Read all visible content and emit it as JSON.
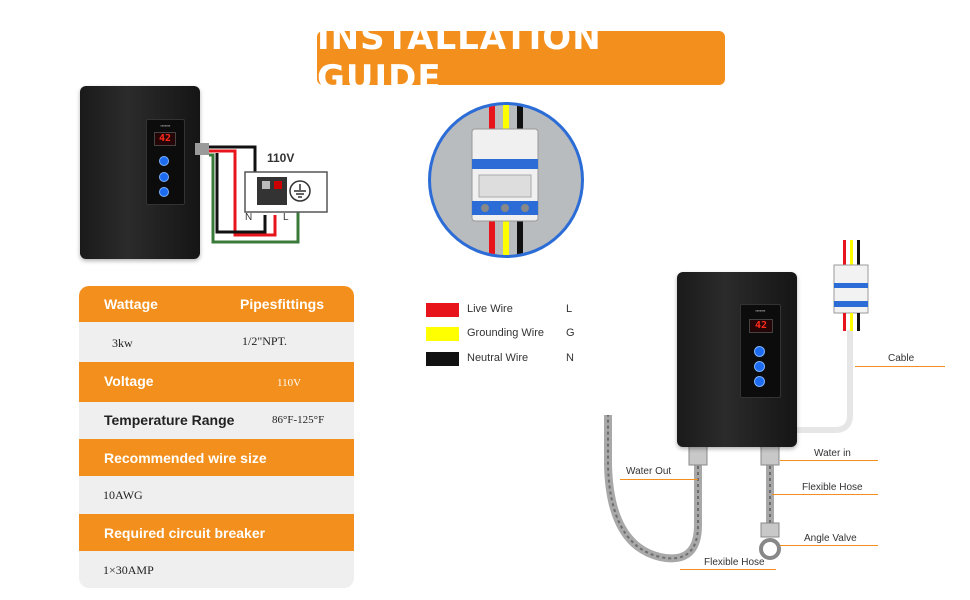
{
  "title": "INSTALLATION GUIDE",
  "wiring": {
    "voltage_label": "110V",
    "neutral_label": "N",
    "live_label": "L",
    "display_reading": "42"
  },
  "legend": [
    {
      "label": "Live Wire",
      "code": "L",
      "color": "#e8141b"
    },
    {
      "label": "Grounding Wire",
      "code": "G",
      "color": "#ffff00"
    },
    {
      "label": "Neutral Wire",
      "code": "N",
      "color": "#111111"
    }
  ],
  "spec_table": {
    "wattage_header": "Wattage",
    "pipes_header": "Pipesfittings",
    "wattage_value": "3kw",
    "pipes_value": "1/2\"NPT.",
    "voltage_header": "Voltage",
    "voltage_value": "110V",
    "temp_header": "Temperature Range",
    "temp_value": "86°F-125°F",
    "wire_header": "Recommended wire size",
    "wire_value": "10AWG",
    "breaker_header": "Required circuit breaker",
    "breaker_value": "1×30AMP"
  },
  "diagram_labels": {
    "cable": "Cable",
    "water_in": "Water in",
    "water_out": "Water Out",
    "flexible_hose_right": "Flexible Hose",
    "angle_valve": "Angle Valve",
    "flexible_hose_bottom": "Flexible Hose"
  },
  "colors": {
    "accent": "#f3901d",
    "live": "#e8141b",
    "ground": "#ffff00",
    "neutral": "#111111",
    "button_blue": "#1d6cf0"
  }
}
